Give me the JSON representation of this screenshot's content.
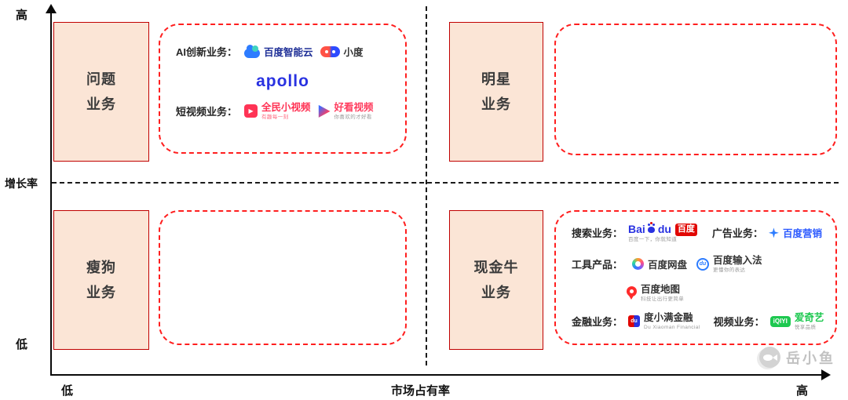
{
  "axes": {
    "y_label": "增长率",
    "y_top": "高",
    "y_bottom": "低",
    "x_label": "市场占有率",
    "x_left": "低",
    "x_right": "高"
  },
  "quadrants": {
    "question": {
      "line1": "问题",
      "line2": "业务"
    },
    "star": {
      "line1": "明星",
      "line2": "业务"
    },
    "dog": {
      "line1": "瘦狗",
      "line2": "业务"
    },
    "cash_cow": {
      "line1": "现金牛",
      "line2": "业务"
    }
  },
  "question_box": {
    "ai_label": "AI创新业务：",
    "baidu_cloud": "百度智能云",
    "xiaodu": "小度",
    "apollo": "apollo",
    "short_video_label": "短视频业务：",
    "quanmin": "全民小视频",
    "quanmin_sub": "有趣每一刻",
    "haokan": "好看视频",
    "haokan_sub": "你喜欢的才好看"
  },
  "cash_cow_box": {
    "search_label": "搜索业务：",
    "baidu_bai": "Bai",
    "baidu_du": "du",
    "baidu_badge": "百度",
    "baidu_sub": "百度一下，你就知道",
    "ad_label": "广告业务：",
    "marketing": "百度营销",
    "tools_label": "工具产品：",
    "netdisk": "百度网盘",
    "ime_icon_text": "du",
    "ime": "百度输入法",
    "ime_sub": "更懂你的表达",
    "map": "百度地图",
    "map_sub": "科技让出行更简单",
    "finance_label": "金融业务：",
    "duxiaoman_icon_text": "du",
    "duxiaoman": "度小满金融",
    "duxiaoman_sub": "Du Xiaoman Financial",
    "video_label": "视频业务：",
    "iqiyi_icon_text": "iQIYI",
    "iqiyi": "爱奇艺",
    "iqiyi_sub": "悦享品质"
  },
  "watermark": "岳小鱼"
}
